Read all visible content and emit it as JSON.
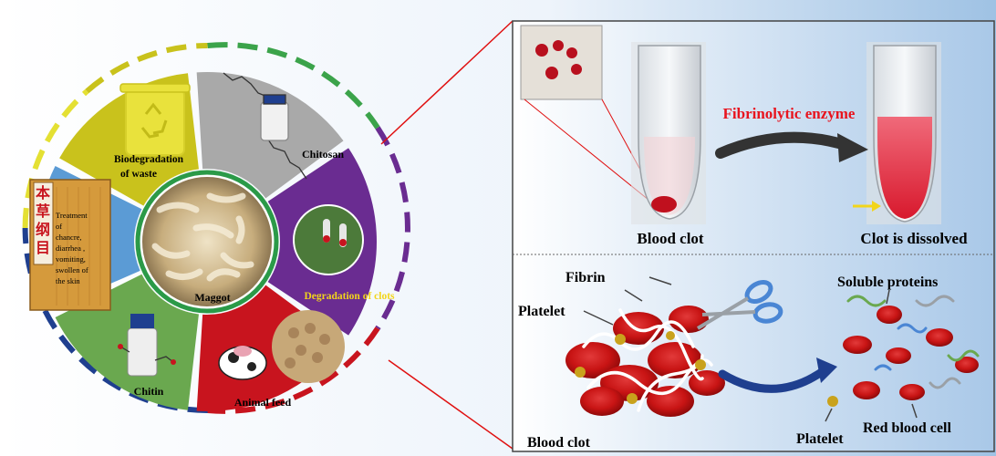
{
  "wheel": {
    "center": "Maggot",
    "sectors": {
      "waste": "Biodegradation of waste",
      "waste_line1": "Biodegradation",
      "waste_line2": "of waste",
      "chitosan": "Chitosan",
      "clots": "Degradation of clots",
      "feed": "Animal feed",
      "chitin": "Chitin"
    },
    "book": {
      "title_chars": [
        "本",
        "草",
        "纲",
        "目"
      ],
      "lines": [
        "Treatment",
        "of",
        "chancre,",
        "diarrhea ,",
        "vomiting,",
        "swollen of",
        "the skin"
      ]
    }
  },
  "top_panel": {
    "enzyme_label": "Fibrinolytic enzyme",
    "left_label": "Blood clot",
    "right_label": "Clot is dissolved"
  },
  "bottom_panel": {
    "fibrin": "Fibrin",
    "platelet_left": "Platelet",
    "blood_clot": "Blood clot",
    "soluble_proteins": "Soluble proteins",
    "platelet_right": "Platelet",
    "red_blood_cell": "Red blood cell"
  },
  "colors": {
    "waste": "#c9c21c",
    "chitosan": "#a9a9a9",
    "clots": "#6a2c91",
    "feed": "#c8141e",
    "chitin": "#6aa84f",
    "book": "#5b9bd5",
    "enzyme_text": "#e8141e",
    "connector": "#e01010"
  }
}
